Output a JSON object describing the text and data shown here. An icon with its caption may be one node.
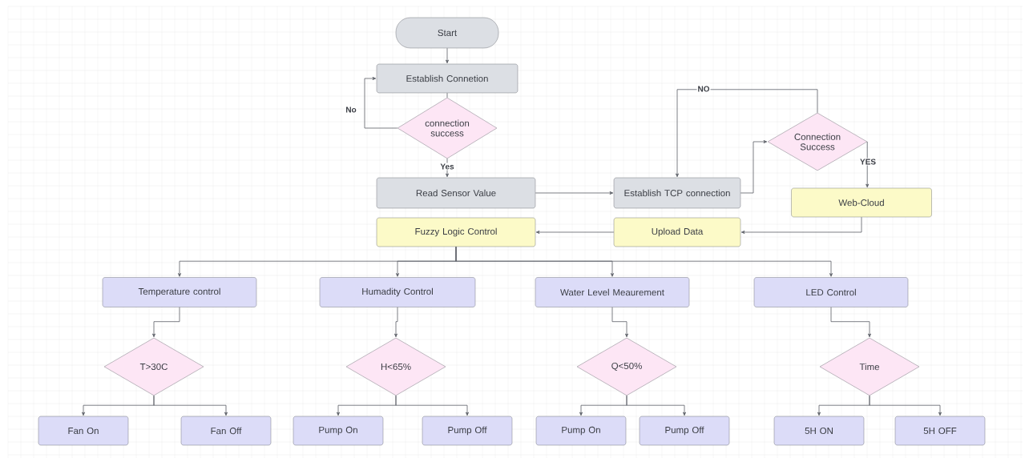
{
  "diagram": {
    "nodes": [
      {
        "text": [
          "Start"
        ]
      },
      {
        "text": [
          "Establish Connetion"
        ]
      },
      {
        "text": [
          "connection success"
        ]
      },
      {
        "text": [
          "Read Sensor Value"
        ]
      },
      {
        "text": [
          "Fuzzy Logic Control"
        ]
      },
      {
        "text": [
          "Establish TCP connection"
        ]
      },
      {
        "text": [
          "Connection Success"
        ]
      },
      {
        "text": [
          "Web-Cloud"
        ]
      },
      {
        "text": [
          "Upload Data"
        ]
      },
      {
        "text": [
          "Temperature control"
        ]
      },
      {
        "text": [
          "Humadity Control"
        ]
      },
      {
        "text": [
          "Water Level Meaurement"
        ]
      },
      {
        "text": [
          "LED Control"
        ]
      },
      {
        "text": [
          "T>30C"
        ]
      },
      {
        "text": [
          "H<65%"
        ]
      },
      {
        "text": [
          "Q<50%"
        ]
      },
      {
        "text": [
          "Time"
        ]
      },
      {
        "text": [
          "Fan On"
        ]
      },
      {
        "text": [
          "Fan Off"
        ]
      },
      {
        "text": [
          "Pump On"
        ]
      },
      {
        "text": [
          "Pump Off"
        ]
      },
      {
        "text": [
          "Pump On"
        ]
      },
      {
        "text": [
          "Pump Off"
        ]
      },
      {
        "text": [
          "5H ON"
        ]
      },
      {
        "text": [
          "5H OFF"
        ]
      }
    ],
    "edges": [
      {
        "from": 0,
        "to": 1,
        "arrow": "to"
      },
      {
        "from": 1,
        "to": 2,
        "arrow": "none"
      },
      {
        "from": 2,
        "to": 1,
        "arrow": "to",
        "label": "No"
      },
      {
        "from": 2,
        "to": 3,
        "arrow": "to",
        "label": "Yes"
      },
      {
        "from": 3,
        "to": 5,
        "arrow": "to"
      },
      {
        "from": 5,
        "to": 6,
        "arrow": "to"
      },
      {
        "from": 6,
        "to": 5,
        "arrow": "to",
        "label": "NO"
      },
      {
        "from": 6,
        "to": 7,
        "arrow": "to",
        "label": "YES"
      },
      {
        "from": 7,
        "to": 8,
        "arrow": "to"
      },
      {
        "from": 8,
        "to": 4,
        "arrow": "to"
      },
      {
        "from": 4,
        "to": 9,
        "arrow": "to"
      },
      {
        "from": 4,
        "to": 10,
        "arrow": "to"
      },
      {
        "from": 4,
        "to": 11,
        "arrow": "to"
      },
      {
        "from": 4,
        "to": 12,
        "arrow": "to"
      },
      {
        "from": 9,
        "to": 13,
        "arrow": "to"
      },
      {
        "from": 10,
        "to": 14,
        "arrow": "to"
      },
      {
        "from": 11,
        "to": 15,
        "arrow": "to"
      },
      {
        "from": 12,
        "to": 16,
        "arrow": "to"
      },
      {
        "from": 13,
        "to": 17,
        "arrow": "to"
      },
      {
        "from": 13,
        "to": 18,
        "arrow": "to"
      },
      {
        "from": 14,
        "to": 19,
        "arrow": "to"
      },
      {
        "from": 14,
        "to": 20,
        "arrow": "to"
      },
      {
        "from": 15,
        "to": 21,
        "arrow": "to"
      },
      {
        "from": 15,
        "to": 22,
        "arrow": "to"
      },
      {
        "from": 16,
        "to": 23,
        "arrow": "to"
      },
      {
        "from": 16,
        "to": 24,
        "arrow": "to"
      }
    ]
  }
}
